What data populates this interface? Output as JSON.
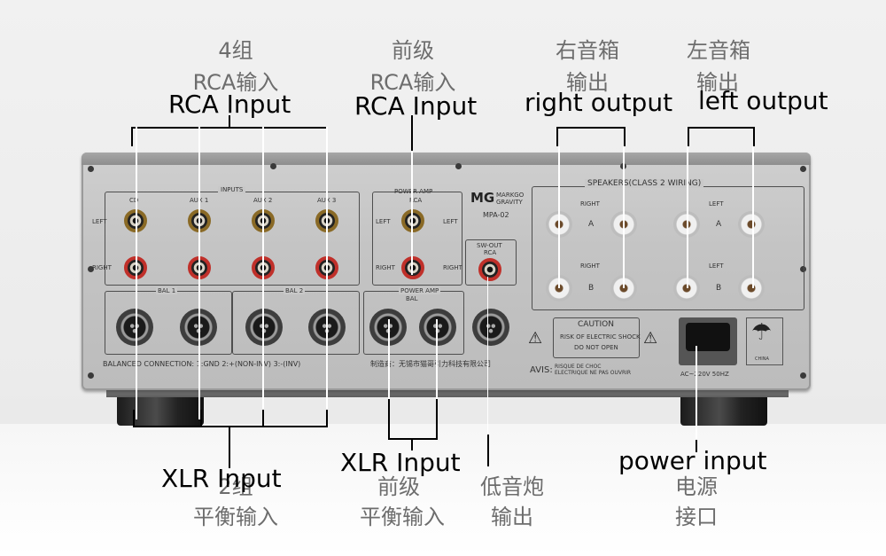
{
  "labels": {
    "rca4_cn": "4组",
    "rca4_cn2": "RCA输入",
    "rca4_en": "RCA Input",
    "pre_cn": "前级",
    "pre_cn2": "RCA输入",
    "pre_en": "RCA Input",
    "right_cn": "右音箱",
    "right_cn2": "输出",
    "right_en": "right output",
    "left_cn": "左音箱",
    "left_cn2": "输出",
    "left_en": "left output",
    "xlr_en": "XLR Input",
    "xlr_cn": "2组",
    "xlr_cn2": "平衡输入",
    "prexlr_en": "XLR Input",
    "prexlr_cn": "前级",
    "prexlr_cn2": "平衡输入",
    "sub_cn": "低音炮",
    "sub_cn2": "输出",
    "power_en": "power input",
    "power_cn": "电源",
    "power_cn2": "接口"
  },
  "panel": {
    "inputs": "INPUTS",
    "cd": "CD",
    "aux1": "AUX 1",
    "aux2": "AUX 2",
    "aux3": "AUX 3",
    "left": "LEFT",
    "right": "RIGHT",
    "power_amp": "POWER AMP",
    "rca": "RCA",
    "sw_out": "SW-OUT",
    "brand": "MG",
    "brand_name": "MARKGO",
    "brand_sub": "GRAVITY",
    "model": "MPA-02",
    "bal1": "BAL 1",
    "bal2": "BAL 2",
    "bal": "BAL",
    "balanced": "BALANCED CONNECTION:  1:GND  2:+(NON-INV)  3:-(INV)",
    "maker": "制造商：无锡市猫哥引力科技有限公司",
    "speakers": "SPEAKERS(CLASS 2 WIRING)",
    "sp_right": "RIGHT",
    "sp_left": "LEFT",
    "a": "A",
    "b": "B",
    "caution": "CAUTION",
    "caution1": "RISK OF ELECTRIC SHOCK",
    "caution2": "DO NOT OPEN",
    "avis": "AVIS:",
    "avis_text": "RISQUE DE CHOC ELECTRIQUE NE PAS OUVRIR",
    "ac": "AC~220V 50HZ",
    "china": "CHINA"
  }
}
